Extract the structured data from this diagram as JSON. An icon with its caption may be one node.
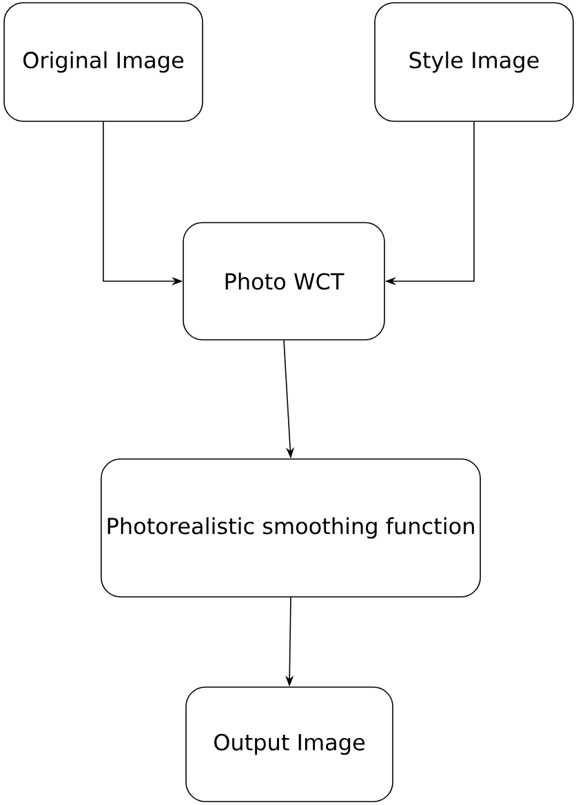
{
  "diagram": {
    "nodes": [
      {
        "text": [
          "Original Image"
        ]
      },
      {
        "text": [
          "Style Image"
        ]
      },
      {
        "text": [
          "Photo WCT"
        ]
      },
      {
        "text": [
          "Photorealistic smoothing function"
        ]
      },
      {
        "text": [
          "Output Image"
        ]
      }
    ],
    "edges": [
      {
        "from": 0,
        "to": 2,
        "arrow": "to"
      },
      {
        "from": 1,
        "to": 2,
        "arrow": "to"
      },
      {
        "from": 2,
        "to": 3,
        "arrow": "to"
      },
      {
        "from": 3,
        "to": 4,
        "arrow": "to"
      }
    ]
  }
}
